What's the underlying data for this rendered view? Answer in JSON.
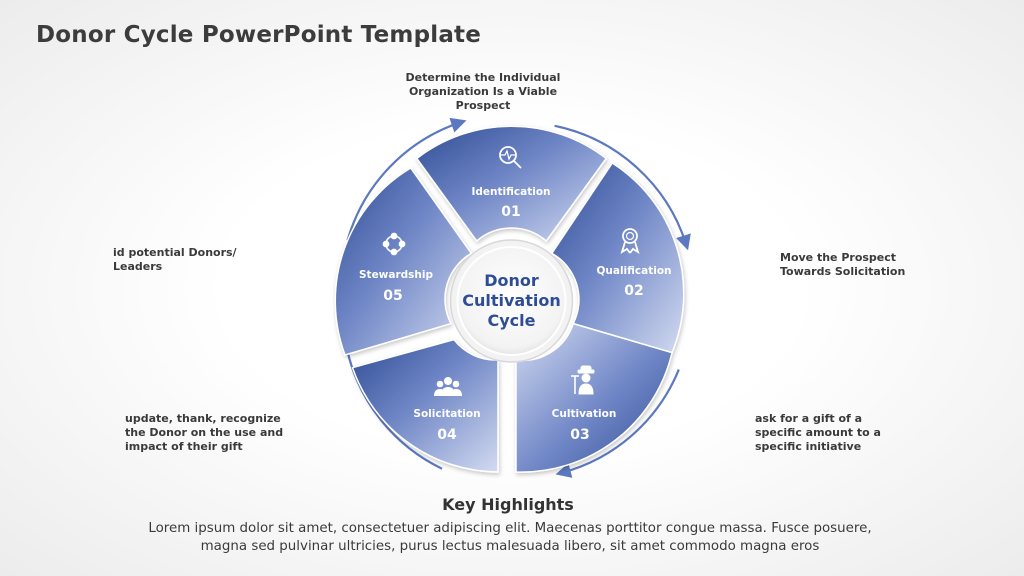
{
  "title": "Donor Cycle PowerPoint Template",
  "center": {
    "lines": [
      "Donor",
      "Cultivation",
      "Cycle"
    ]
  },
  "segments": [
    {
      "label": "Identification",
      "number": "01",
      "icon": "magnifier-pulse-icon"
    },
    {
      "label": "Qualification",
      "number": "02",
      "icon": "award-ribbon-icon"
    },
    {
      "label": "Cultivation",
      "number": "03",
      "icon": "farmer-rake-icon"
    },
    {
      "label": "Solicitation",
      "number": "04",
      "icon": "people-group-icon"
    },
    {
      "label": "Stewardship",
      "number": "05",
      "icon": "cycle-dots-icon"
    }
  ],
  "notes": {
    "top": [
      "Determine the Individual",
      "Organization  Is a Viable",
      "Prospect"
    ],
    "right_top": [
      "Move the Prospect",
      "Towards Solicitation"
    ],
    "left_top": [
      "id potential Donors/",
      "Leaders"
    ],
    "left_bottom": [
      "update, thank, recognize",
      "the Donor on the use and",
      "impact of their gift"
    ],
    "right_bottom": [
      "ask for a gift of a",
      "specific  amount to a",
      "specific initiative"
    ]
  },
  "key_highlights": {
    "title": "Key Highlights",
    "lines": [
      "Lorem ipsum dolor sit amet,  consectetuer adipiscing elit. Maecenas porttitor congue massa.  Fusce posuere,",
      "magna sed pulvinar ultricies, purus lectus malesuada libero, sit amet commodo magna eros"
    ]
  },
  "colors": {
    "segment_dark": "#2f4d94",
    "segment_light": "#c9d3ee",
    "arrow": "#5b78c0",
    "center_text": "#2f4d94",
    "title": "#3c3c3c"
  }
}
